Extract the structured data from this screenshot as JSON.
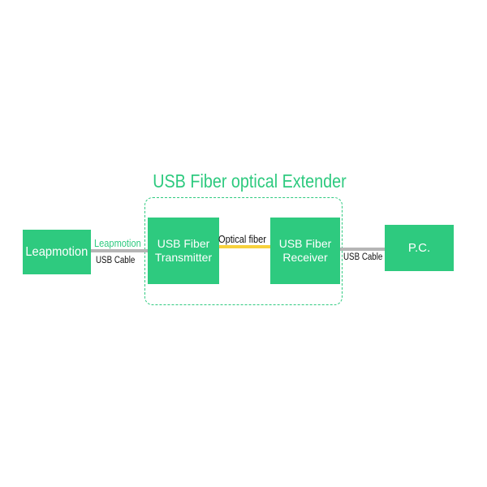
{
  "diagram": {
    "title": "USB Fiber optical Extender",
    "nodes": {
      "leapmotion": "Leapmotion",
      "transmitter": [
        "USB Fiber",
        "Transmitter"
      ],
      "receiver": [
        "USB Fiber",
        "Receiver"
      ],
      "pc": "P.C."
    },
    "edges": {
      "leap_to_tx_top": "Leapmotion",
      "leap_to_tx_bottom": "USB Cable",
      "tx_to_rx": "Optical fiber",
      "rx_to_pc": "USB Cable"
    },
    "colors": {
      "node_fill": "#2eca7f",
      "group_border": "#2eca7f",
      "cable_line": "#b5b5b5",
      "fiber_line": "#f7d23c"
    }
  }
}
